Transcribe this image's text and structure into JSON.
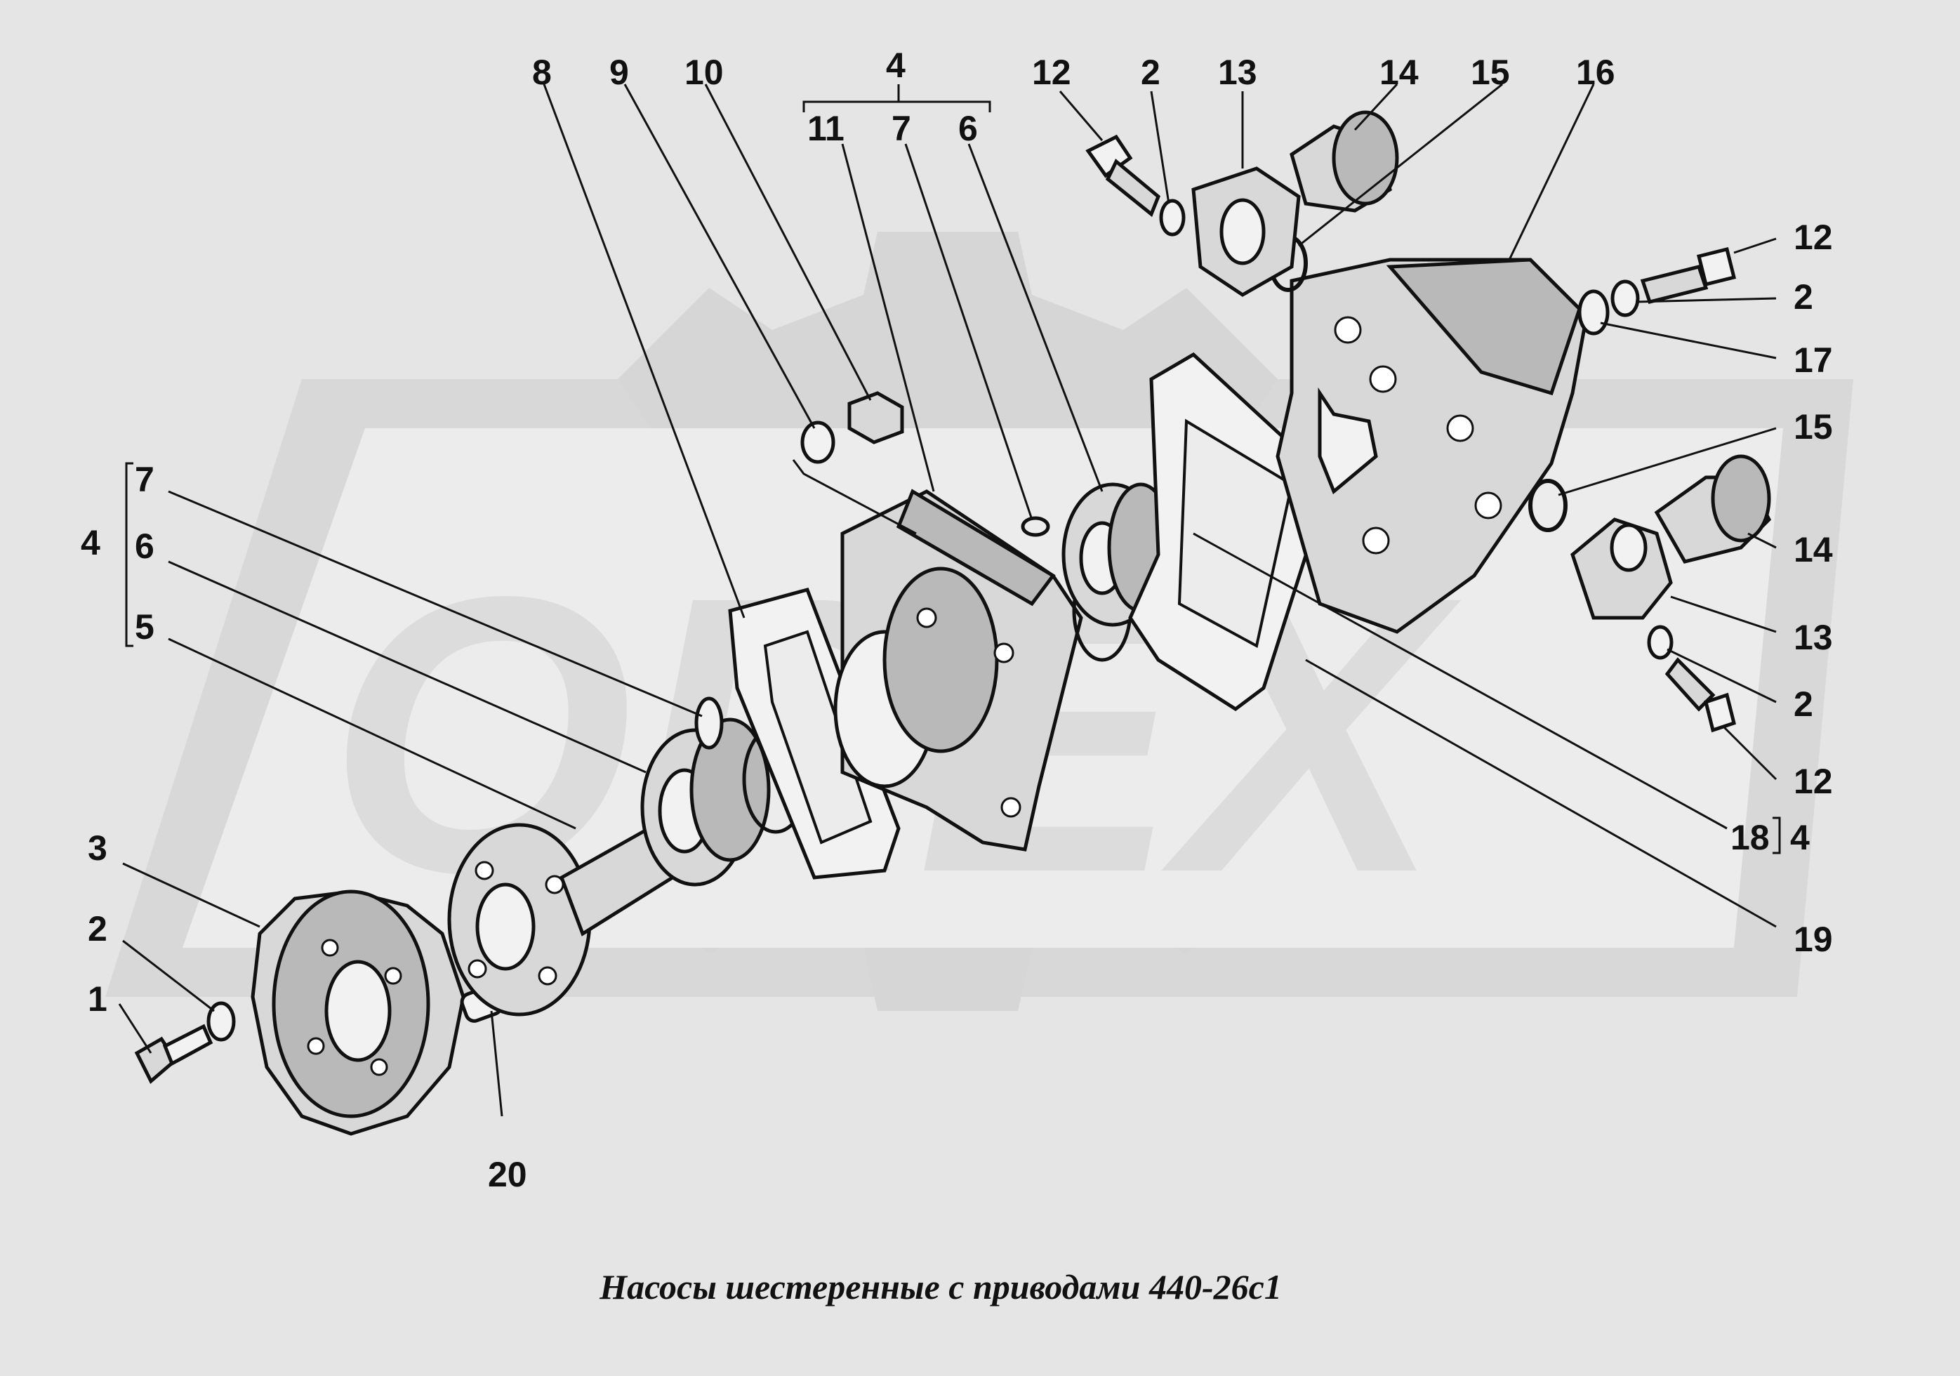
{
  "caption": "Насосы шестеренные с приводами 440-26с1",
  "watermark": {
    "text": "OREX",
    "color": "#d6d6d6"
  },
  "labels": {
    "l1": "1",
    "l2a": "2",
    "l3": "3",
    "l20": "20",
    "l4g": "4",
    "l7g": "7",
    "l6g": "6",
    "l5g": "5",
    "l8": "8",
    "l9": "9",
    "l10": "10",
    "l4t": "4",
    "l11t": "11",
    "l7t": "7",
    "l6t": "6",
    "l12t": "12",
    "l2t": "2",
    "l13t": "13",
    "l14t": "14",
    "l15t": "15",
    "l16": "16",
    "l12r": "12",
    "l2r": "2",
    "l17": "17",
    "l15r": "15",
    "l14r": "14",
    "l13r": "13",
    "l2r2": "2",
    "l12r2": "12",
    "l18": "18",
    "l4r": "4",
    "l19": "19"
  }
}
